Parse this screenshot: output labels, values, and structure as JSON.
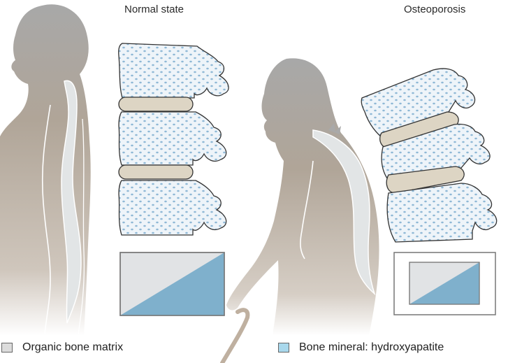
{
  "titles": {
    "normal": "Normal state",
    "osteoporosis": "Osteoporosis"
  },
  "legend": {
    "organic": {
      "label": "Organic bone matrix",
      "color": "#dcdcdc"
    },
    "mineral": {
      "label": "Bone mineral: hydroxyapatite",
      "color": "#a9d8ec"
    }
  },
  "colors": {
    "silhouette": "#a9a9a9",
    "torso_tint": "#c0b3a4",
    "spine": "#e2e5e6",
    "bone_fill": "#eef4f9",
    "bone_dots": "#8fb8d6",
    "disc": "#ddd5c4",
    "matrix_box": "#e1e3e5",
    "mineral_box": "#7fb0cc"
  },
  "mineral_ratio": {
    "normal": 1.0,
    "osteoporosis": 0.55
  }
}
